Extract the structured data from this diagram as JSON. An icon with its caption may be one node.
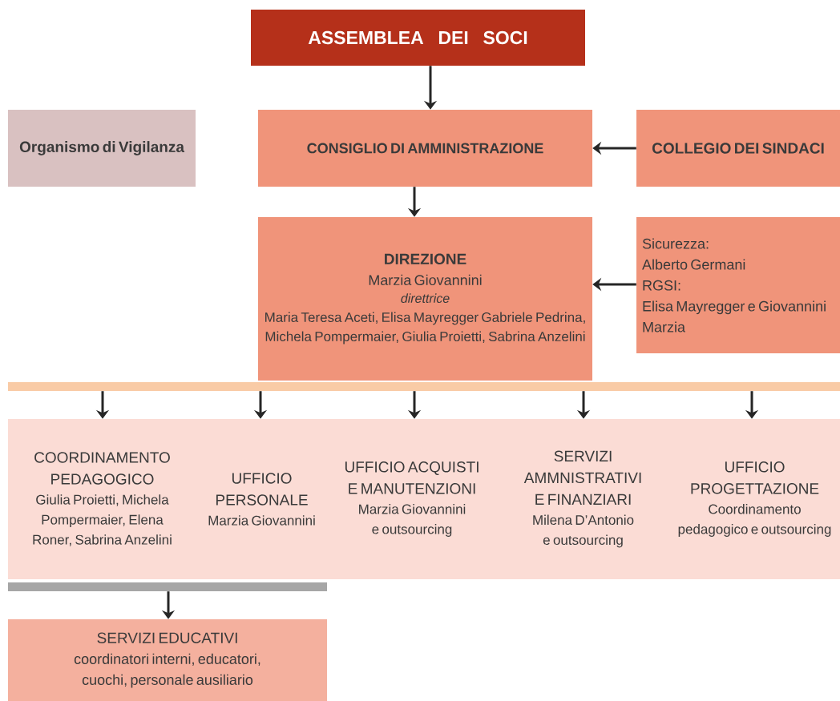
{
  "diagram": {
    "nodes": [
      {
        "text": [
          "ASSEMBLEA DEI SOCI"
        ]
      },
      {
        "text": [
          "Organismo di Vigilanza"
        ]
      },
      {
        "text": [
          "CONSIGLIO DI AMMINISTRAZIONE"
        ]
      },
      {
        "text": [
          "COLLEGIO DEI SINDACI"
        ]
      },
      {
        "text": [
          "DIREZIONE",
          "Marzia Giovannini",
          "direttrice",
          "Maria Teresa Aceti, Elisa Mayregger Gabriele Pedrina, Michela Pompermaier, Giulia Proietti, Sabrina Anzelini"
        ]
      },
      {
        "text": [
          "Sicurezza:",
          "Alberto Germani",
          "RGSI:",
          "Elisa Mayregger e Giovannini Marzia"
        ]
      },
      {
        "text": [],
        "shape": "bar"
      },
      {
        "text": [
          "COORDINAMENTO PEDAGOGICO",
          "Giulia Proietti, Michela Pompermaier, Elena Roner, Sabrina Anzelini"
        ]
      },
      {
        "text": [
          "UFFICIO PERSONALE",
          "Marzia Giovannini"
        ]
      },
      {
        "text": [
          "UFFICIO ACQUISTI E MANUTENZIONI",
          "Marzia Giovannini e outsourcing"
        ]
      },
      {
        "text": [
          "SERVIZI AMMNISTRATIVI E FINANZIARI",
          "Milena D’Antonio e outsourcing"
        ]
      },
      {
        "text": [
          "UFFICIO PROGETTAZIONE",
          "Coordinamento pedagogico e outsourcing"
        ]
      },
      {
        "text": [],
        "shape": "bar"
      },
      {
        "text": [
          "SERVIZI EDUCATIVI",
          "coordinatori interni, educatori, cuochi, personale ausiliario"
        ]
      }
    ],
    "edges": [
      {
        "from": 0,
        "to": 2,
        "arrow": "to"
      },
      {
        "from": 3,
        "to": 2,
        "arrow": "to"
      },
      {
        "from": 2,
        "to": 4,
        "arrow": "to"
      },
      {
        "from": 5,
        "to": 4,
        "arrow": "to"
      },
      {
        "from": 6,
        "to": 7,
        "arrow": "to"
      },
      {
        "from": 6,
        "to": 8,
        "arrow": "to"
      },
      {
        "from": 6,
        "to": 9,
        "arrow": "to"
      },
      {
        "from": 6,
        "to": 10,
        "arrow": "to"
      },
      {
        "from": 6,
        "to": 11,
        "arrow": "to"
      },
      {
        "from": 12,
        "to": 13,
        "arrow": "to"
      }
    ]
  }
}
